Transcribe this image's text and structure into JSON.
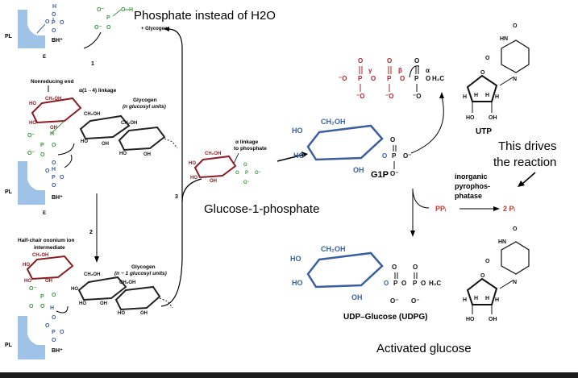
{
  "captions": {
    "phosphate_instead": "Phosphate instead of H2O",
    "glucose_1_phosphate": "Glucose-1-phosphate",
    "this_drives_1": "This drives",
    "this_drives_2": "the reaction",
    "activated_glucose": "Activated glucose"
  },
  "left_panel": {
    "glycogen_top": "+ Glycogen",
    "step1": "1",
    "step2": "2",
    "step3": "3",
    "nonreducing_end": "Nonreducing end",
    "linkage": "α(1→4) linkage",
    "glycogen_n_1": "Glycogen",
    "glycogen_n_2": "(n glucosyl units)",
    "half_chair_1": "Half-chair oxonium ion",
    "half_chair_2": "intermediate",
    "glycogen_n1_1": "Glycogen",
    "glycogen_n1_2": "(n − 1 glucosyl units)",
    "alpha_linkage_1": "α linkage",
    "alpha_linkage_2": "to phosphate",
    "enzyme_pl": "PL",
    "enzyme_bh": "BH⁺",
    "enzyme_e": "E"
  },
  "right_panel": {
    "g1p": "G1P",
    "utp": "UTP",
    "udpg": "UDP–Glucose (UDPG)",
    "enzyme_1": "inorganic",
    "enzyme_2": "pyrophos-",
    "enzyme_3": "phatase",
    "ppi": "PPᵢ",
    "two_pi": "2 Pᵢ",
    "gamma": "γ",
    "beta": "β",
    "alpha": "α"
  },
  "colors": {
    "enzyme": "#9ec3e6",
    "glucose_blue": "#3a5fa0",
    "phosphate_red": "#b3242a",
    "phosphate_green": "#3c9a3c"
  }
}
